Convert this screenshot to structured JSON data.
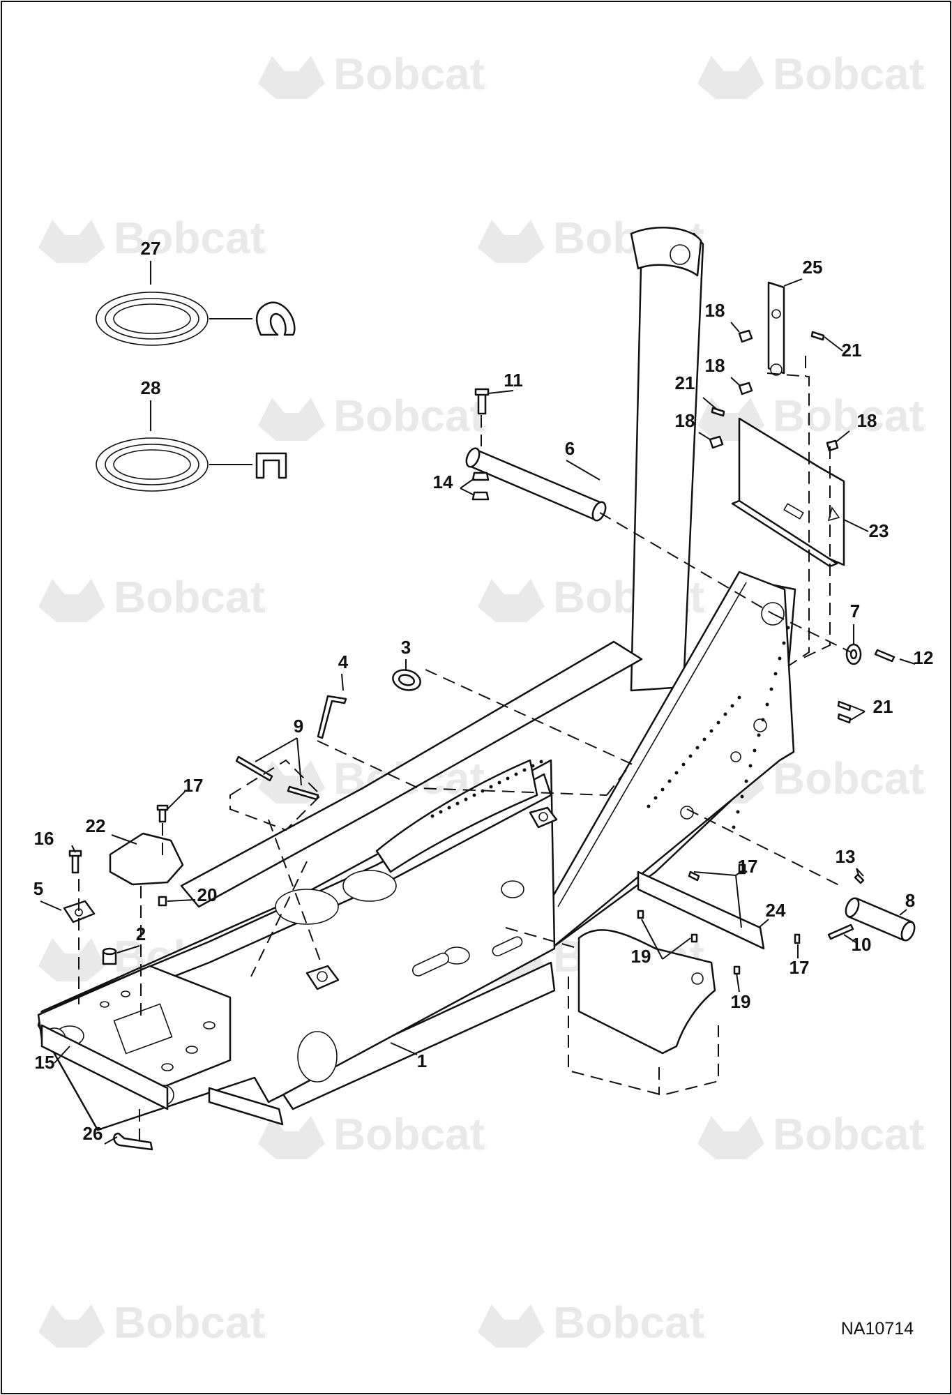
{
  "diagram": {
    "figure_id": "NA10714",
    "watermark": {
      "text": "Bobcat",
      "reg": "®"
    },
    "callouts": [
      {
        "label": "1"
      },
      {
        "label": "2"
      },
      {
        "label": "3"
      },
      {
        "label": "4"
      },
      {
        "label": "5"
      },
      {
        "label": "6"
      },
      {
        "label": "7"
      },
      {
        "label": "8"
      },
      {
        "label": "9"
      },
      {
        "label": "10"
      },
      {
        "label": "11"
      },
      {
        "label": "12"
      },
      {
        "label": "13"
      },
      {
        "label": "14"
      },
      {
        "label": "15"
      },
      {
        "label": "16"
      },
      {
        "label": "17"
      },
      {
        "label": "17"
      },
      {
        "label": "17"
      },
      {
        "label": "18"
      },
      {
        "label": "18"
      },
      {
        "label": "18"
      },
      {
        "label": "18"
      },
      {
        "label": "19"
      },
      {
        "label": "19"
      },
      {
        "label": "20"
      },
      {
        "label": "21"
      },
      {
        "label": "21"
      },
      {
        "label": "21"
      },
      {
        "label": "22"
      },
      {
        "label": "23"
      },
      {
        "label": "24"
      },
      {
        "label": "25"
      },
      {
        "label": "26"
      },
      {
        "label": "27"
      },
      {
        "label": "28"
      }
    ],
    "colors": {
      "line": "#111111",
      "watermark": "#e9e9e9",
      "background": "#ffffff"
    }
  }
}
